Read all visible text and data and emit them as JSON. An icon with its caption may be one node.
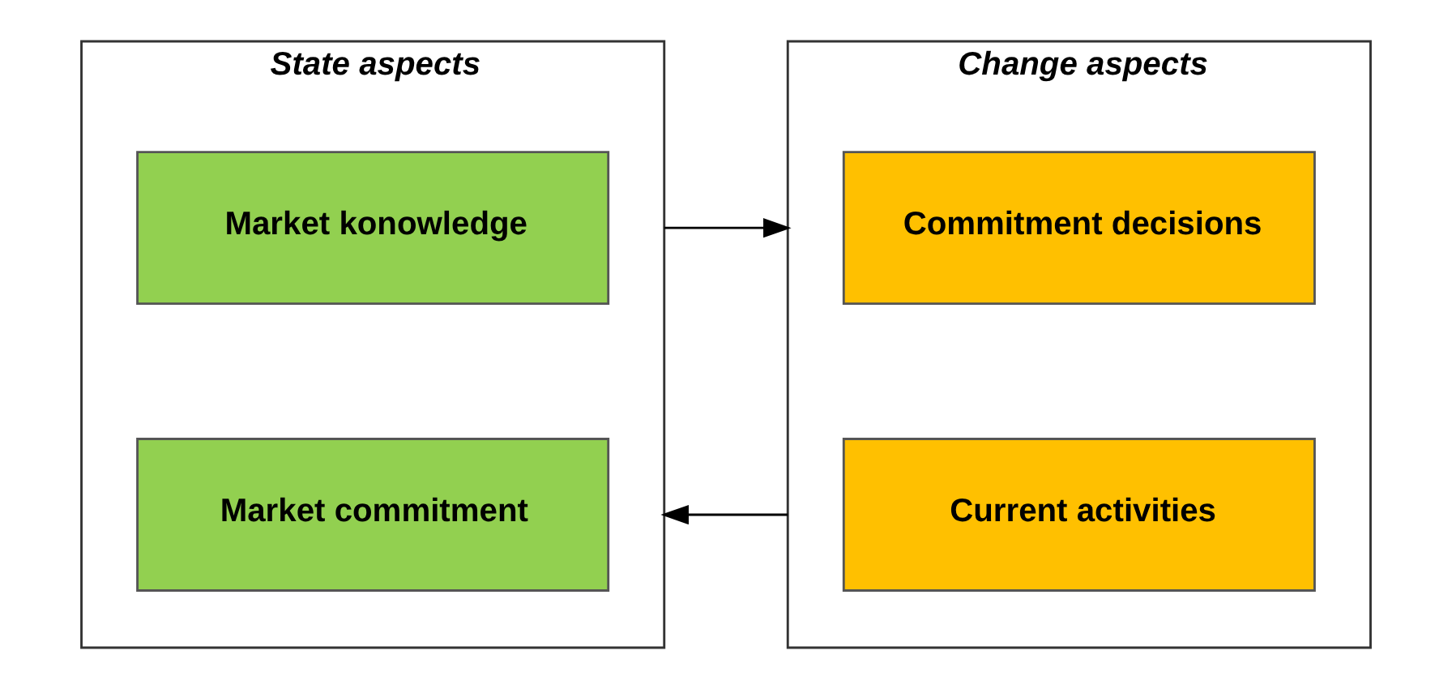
{
  "diagram": {
    "nodes": [
      {
        "text": [
          "State aspects"
        ]
      },
      {
        "text": [
          "Market konowledge"
        ],
        "in": 0
      },
      {
        "text": [
          "Market commitment"
        ],
        "in": 0
      },
      {
        "text": [
          "Change aspects"
        ]
      },
      {
        "text": [
          "Commitment decisions"
        ],
        "in": 3
      },
      {
        "text": [
          "Current activities"
        ],
        "in": 3
      }
    ],
    "edges": [
      {
        "from": 0,
        "to": 3,
        "arrow": "to"
      },
      {
        "from": 3,
        "to": 0,
        "arrow": "to"
      }
    ]
  }
}
